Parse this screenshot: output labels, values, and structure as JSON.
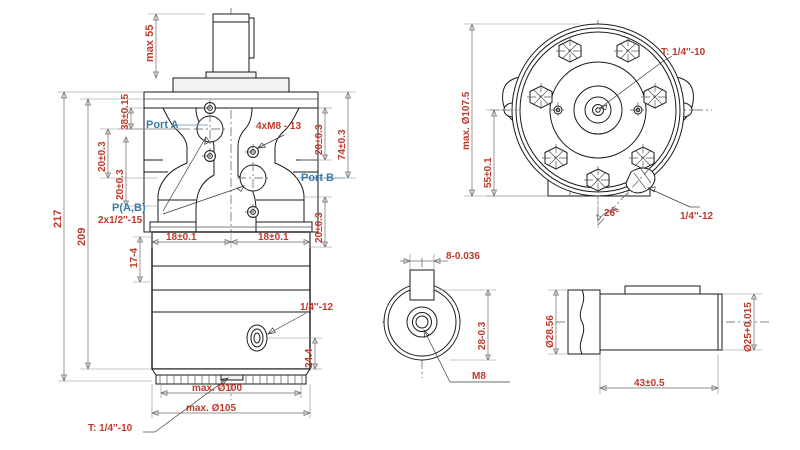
{
  "drawing": {
    "title": "Hydraulic orbital motor dimensional drawing",
    "colors": {
      "dimension_red": "#c0392b",
      "port_blue": "#3a7ca5",
      "line_black": "#1a1a1a"
    }
  },
  "views": {
    "front": {
      "name": "front-section-view",
      "dimensions": {
        "max55": "max 55",
        "d38": "38±0.15",
        "d20a": "20±0.3",
        "d20b": "20±0.3",
        "d20c": "20±0.3",
        "d20d": "20±0.3",
        "d74": "74±0.3",
        "d217": "217",
        "d209": "209",
        "d174": "17-4",
        "d18l": "18±0.1",
        "d18r": "18±0.1",
        "d244": "24.4",
        "dia100": "max. Ø100",
        "dia105": "max. Ø105"
      },
      "callouts": {
        "portA": "Port A",
        "portB": "Port B",
        "pab": "P(A,B)",
        "pab_thread": "2x1/2''-15",
        "bolts": "4xM8 - 13",
        "drain_side": "1/4''-12",
        "drain_bottom": "T: 1/4''-10"
      }
    },
    "top": {
      "name": "top-end-view",
      "dimensions": {
        "dia1075": "max. Ø107.5",
        "d55": "55±0.1",
        "angle26": "26°"
      },
      "callouts": {
        "t_thread": "T: 1/4''-10",
        "drain": "1/4''-12"
      }
    },
    "shaft_end": {
      "name": "shaft-end-view",
      "dimensions": {
        "key8": "8-0.036",
        "d28": "28-0.3"
      },
      "callouts": {
        "m8": "M8"
      }
    },
    "shaft_side": {
      "name": "shaft-side-view",
      "dimensions": {
        "dia2856": "Ø28.56",
        "dia25": "Ø25+0.015",
        "len43": "43±0.5"
      }
    }
  }
}
